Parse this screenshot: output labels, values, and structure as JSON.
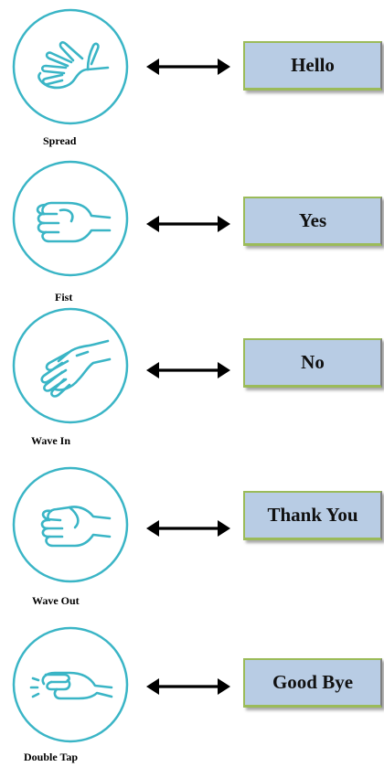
{
  "colors": {
    "circle_stroke": "#3ab5c6",
    "hand_stroke": "#3ab5c6",
    "box_fill": "#b8cce4",
    "box_border": "#9bbb59",
    "arrow": "#000000"
  },
  "gestures": [
    {
      "name": "Spread",
      "icon": "spread-hand-icon",
      "meaning": "Hello"
    },
    {
      "name": "Fist",
      "icon": "fist-icon",
      "meaning": "Yes"
    },
    {
      "name": "Wave In",
      "icon": "wave-in-icon",
      "meaning": "No"
    },
    {
      "name": "Wave Out",
      "icon": "wave-out-icon",
      "meaning": "Thank You"
    },
    {
      "name": "Double Tap",
      "icon": "double-tap-icon",
      "meaning": "Good Bye"
    }
  ]
}
